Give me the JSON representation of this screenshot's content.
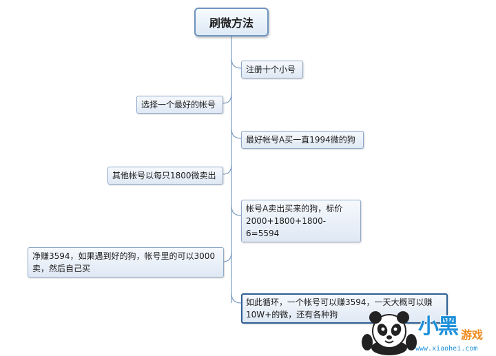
{
  "mindmap": {
    "root": "刷微方法",
    "nodes": [
      {
        "id": "n1",
        "text": "注册十个小号"
      },
      {
        "id": "n2",
        "text": "选择一个最好的帐号"
      },
      {
        "id": "n3",
        "text": "最好帐号A买一直1994微的狗"
      },
      {
        "id": "n4",
        "text": "其他帐号以每只1800微卖出"
      },
      {
        "id": "n5",
        "text": "帐号A卖出买来的狗，标价2000+1800+1800-6=5594"
      },
      {
        "id": "n6",
        "text": "净赚3594，如果遇到好的狗，帐号里的可以3000卖，然后自己买"
      },
      {
        "id": "n7",
        "text": "如此循环，一个帐号可以赚3594，一天大概可以赚10W+的微，还有各种狗"
      }
    ]
  },
  "watermark": {
    "brand_big": "小黑",
    "brand_small": "游戏",
    "url": "www.xiaohei.com"
  },
  "colors": {
    "connector": "#7d9cc3",
    "node_border": "#8ea8c9",
    "selected_border": "#2e5f95",
    "brand_blue": "#1b8fd9",
    "brand_orange": "#f08a1c"
  }
}
